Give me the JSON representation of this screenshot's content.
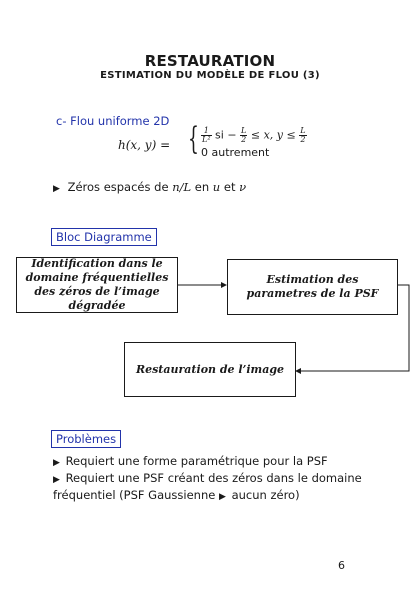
{
  "slide": {
    "title": "RESTAURATION",
    "subtitle": "ESTIMATION DU MODÈLE DE FLOU (3)",
    "page_number": "6"
  },
  "uniform_blur": {
    "heading": "c- Flou uniforme 2D",
    "formula": {
      "lhs": "h(x, y) =",
      "case1_num": "1",
      "case1_den": "L²",
      "case1_si": "si",
      "case1_cond_minus": "−",
      "case1_cond_mid": "≤ x, y ≤",
      "L": "L",
      "two": "2",
      "case2": "0  autrement"
    },
    "bullet_prefix": "Zéros espacés de",
    "bullet_var1": "n/L",
    "bullet_en": "en",
    "bullet_var2": "u",
    "bullet_et": "et",
    "bullet_var3": "ν"
  },
  "block_diagram": {
    "label": "Bloc Diagramme",
    "box1": "Identification dans le domaine fréquentielles des zéros de l’image dégradée",
    "box2": "Estimation des parametres de la PSF",
    "box3": "Restauration de l’image"
  },
  "problems": {
    "label": "Problèmes",
    "line1": "Requiert une forme paramétrique pour la PSF",
    "line2a": "Requiert une PSF créant des zéros dans le domaine",
    "line2b": "fréquentiel (PSF Gaussienne",
    "line2c": "aucun zéro)"
  }
}
